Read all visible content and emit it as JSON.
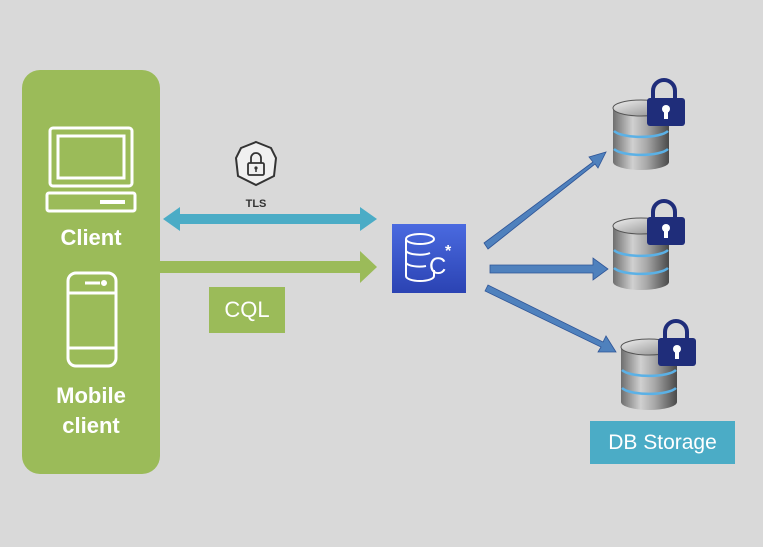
{
  "client_panel": {
    "client_label": "Client",
    "mobile_label": "Mobile client",
    "icons": [
      "laptop-icon",
      "mobile-phone-icon"
    ]
  },
  "connections": {
    "tls_label": "TLS",
    "cql_label": "CQL"
  },
  "center_node": {
    "icon": "cassandra-database-icon",
    "glyph": "C*"
  },
  "storage": {
    "label": "DB Storage",
    "nodes": 3,
    "icons": [
      "encrypted-db-icon",
      "encrypted-db-icon",
      "encrypted-db-icon"
    ]
  },
  "colors": {
    "background": "#d9d9d9",
    "green": "#9bbb59",
    "teal": "#4bacc6",
    "blue_arrow": "#4f81bd",
    "navy_lock": "#1f2d7a",
    "cassandra_blue": "#3a5bd4"
  }
}
